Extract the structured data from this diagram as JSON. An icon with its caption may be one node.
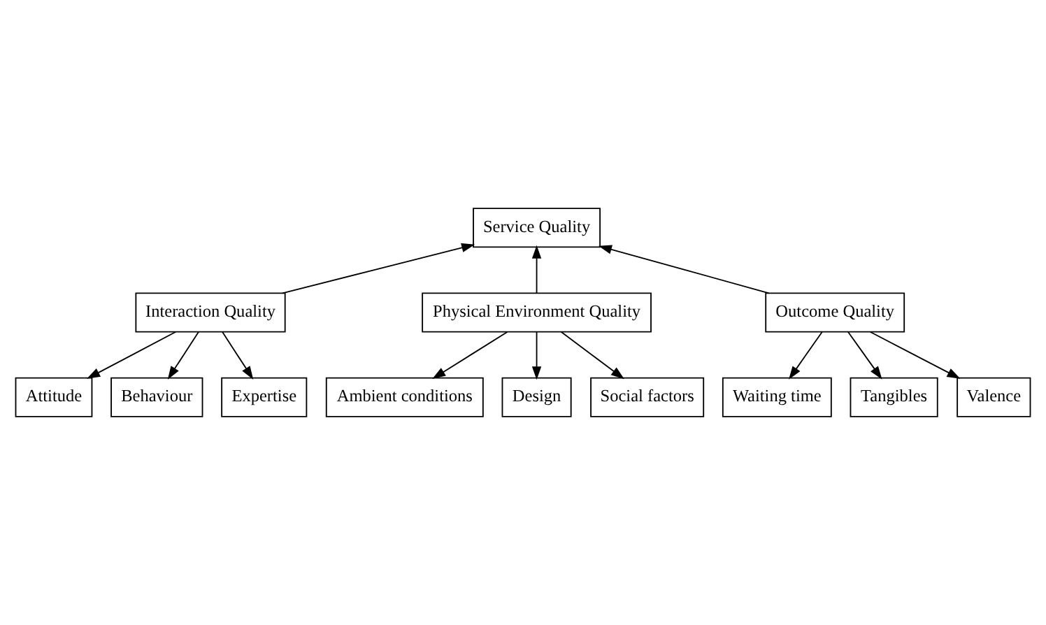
{
  "diagram": {
    "nodes": [
      {
        "text": [
          "Service Quality"
        ]
      },
      {
        "text": [
          "Interaction Quality"
        ]
      },
      {
        "text": [
          "Physical Environment Quality"
        ]
      },
      {
        "text": [
          "Outcome Quality"
        ]
      },
      {
        "text": [
          "Attitude"
        ]
      },
      {
        "text": [
          "Behaviour"
        ]
      },
      {
        "text": [
          "Expertise"
        ]
      },
      {
        "text": [
          "Ambient conditions"
        ]
      },
      {
        "text": [
          "Design"
        ]
      },
      {
        "text": [
          "Social factors"
        ]
      },
      {
        "text": [
          "Waiting time"
        ]
      },
      {
        "text": [
          "Tangibles"
        ]
      },
      {
        "text": [
          "Valence"
        ]
      }
    ],
    "edges": [
      {
        "from": 1,
        "to": 0,
        "arrow": "to"
      },
      {
        "from": 2,
        "to": 0,
        "arrow": "to"
      },
      {
        "from": 3,
        "to": 0,
        "arrow": "to"
      },
      {
        "from": 1,
        "to": 4,
        "arrow": "to"
      },
      {
        "from": 1,
        "to": 5,
        "arrow": "to"
      },
      {
        "from": 1,
        "to": 6,
        "arrow": "to"
      },
      {
        "from": 2,
        "to": 7,
        "arrow": "to"
      },
      {
        "from": 2,
        "to": 8,
        "arrow": "to"
      },
      {
        "from": 2,
        "to": 9,
        "arrow": "to"
      },
      {
        "from": 3,
        "to": 10,
        "arrow": "to"
      },
      {
        "from": 3,
        "to": 11,
        "arrow": "to"
      },
      {
        "from": 3,
        "to": 12,
        "arrow": "to"
      }
    ]
  }
}
